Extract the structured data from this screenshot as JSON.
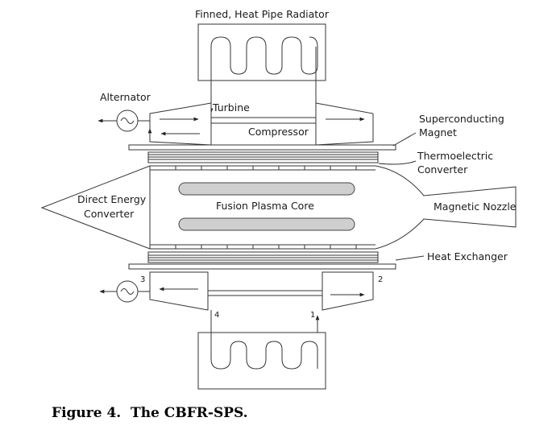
{
  "labels": {
    "radiator": "Finned, Heat Pipe Radiator",
    "alternator": "Alternator",
    "turbine": "Turbine",
    "compressor": "Compressor",
    "superconducting_magnet_line1": "Superconducting",
    "superconducting_magnet_line2": "Magnet",
    "thermoelectric_line1": "Thermoelectric",
    "thermoelectric_line2": "Converter",
    "direct_energy_line1": "Direct Energy",
    "direct_energy_line2": "Converter",
    "fusion_core": "Fusion Plasma Core",
    "magnetic_nozzle": "Magnetic Nozzle",
    "heat_exchanger": "Heat Exchanger"
  },
  "state_points": [
    "1",
    "2",
    "3",
    "4"
  ],
  "caption": "Figure 4.  The CBFR-SPS."
}
